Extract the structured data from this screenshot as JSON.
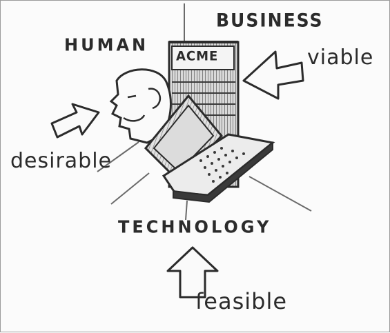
{
  "labels": {
    "business": "BUSINESS",
    "human": "HUMAN",
    "technology": "TECHNOLOGY",
    "company": "ACME",
    "viable": "viable",
    "desirable": "desirable",
    "feasible": "feasible"
  },
  "colors": {
    "ink": "#2b2b2b",
    "shade": "#6a6a6a",
    "paper": "#fbfbfb"
  }
}
